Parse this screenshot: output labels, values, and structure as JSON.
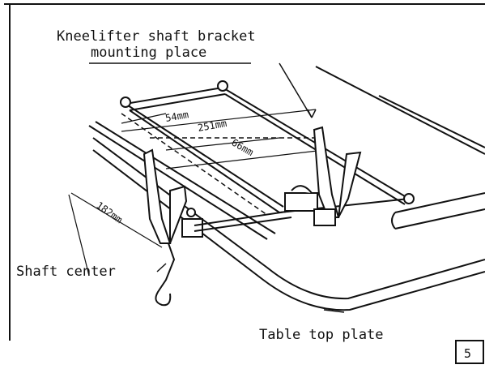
{
  "labels": {
    "bracket_line1": "Kneelifter shaft bracket",
    "bracket_line2": "mounting place",
    "shaft_center": "Shaft center",
    "table_top": "Table top plate"
  },
  "dimensions": {
    "d54": "54mm",
    "d251": "251mm",
    "d66": "66mm",
    "d182": "182mm"
  },
  "page_number": "5",
  "colors": {
    "ink": "#111111",
    "paper": "#ffffff"
  }
}
